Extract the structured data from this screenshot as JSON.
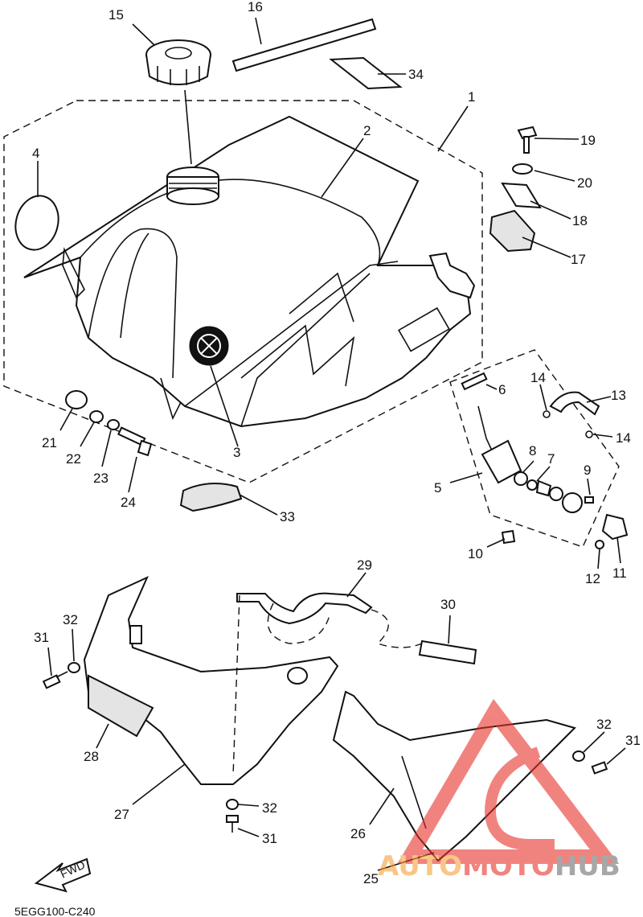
{
  "callouts": [
    {
      "n": "1"
    },
    {
      "n": "2"
    },
    {
      "n": "3"
    },
    {
      "n": "4"
    },
    {
      "n": "5"
    },
    {
      "n": "6"
    },
    {
      "n": "7"
    },
    {
      "n": "8"
    },
    {
      "n": "9"
    },
    {
      "n": "10"
    },
    {
      "n": "11"
    },
    {
      "n": "12"
    },
    {
      "n": "13"
    },
    {
      "n": "14"
    },
    {
      "n": "14"
    },
    {
      "n": "15"
    },
    {
      "n": "16"
    },
    {
      "n": "17"
    },
    {
      "n": "18"
    },
    {
      "n": "19"
    },
    {
      "n": "20"
    },
    {
      "n": "21"
    },
    {
      "n": "22"
    },
    {
      "n": "23"
    },
    {
      "n": "24"
    },
    {
      "n": "25"
    },
    {
      "n": "26"
    },
    {
      "n": "27"
    },
    {
      "n": "28"
    },
    {
      "n": "29"
    },
    {
      "n": "30"
    },
    {
      "n": "31"
    },
    {
      "n": "31"
    },
    {
      "n": "31"
    },
    {
      "n": "32"
    },
    {
      "n": "32"
    },
    {
      "n": "32"
    },
    {
      "n": "33"
    },
    {
      "n": "34"
    }
  ],
  "fwd_label": "FWD",
  "diagram_code": "5EGG100-C240",
  "watermark": {
    "part1": "AUTO",
    "part2": "MOTO",
    "part3": "HUB",
    "color_orange": "#f6a13a",
    "color_red": "#e8312b",
    "color_grey": "#6d6d6d"
  }
}
